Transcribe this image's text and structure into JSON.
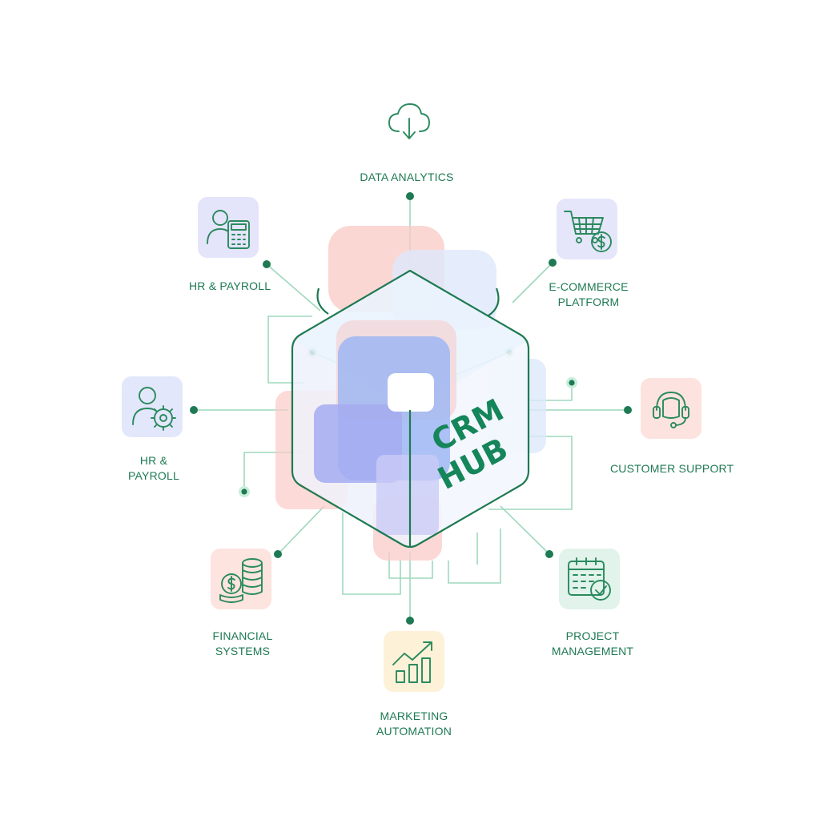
{
  "hub": {
    "line1": "CRM",
    "line2": "HUB"
  },
  "accent": "#1e7a52",
  "modules": [
    {
      "label": "DATA ANALYTICS",
      "icon": "cloud-download-icon",
      "tint": "#ffffff"
    },
    {
      "label": "HR & PAYROLL",
      "icon": "person-calculator-icon",
      "tint": "#e4e4fb"
    },
    {
      "label": "E-COMMERCE\nPLATFORM",
      "icon": "shopping-cart-dollar-icon",
      "tint": "#e6e6fb"
    },
    {
      "label": "HR &\nPAYROLL",
      "icon": "person-gear-icon",
      "tint": "#e3e7fb"
    },
    {
      "label": "CUSTOMER SUPPORT",
      "icon": "headset-icon",
      "tint": "#fde3e0"
    },
    {
      "label": "FINANCIAL\nSYSTEMS",
      "icon": "coin-stack-icon",
      "tint": "#fde4df"
    },
    {
      "label": "PROJECT\nMANAGEMENT",
      "icon": "calendar-check-icon",
      "tint": "#e1f3ea"
    },
    {
      "label": "MARKETING\nAUTOMATION",
      "icon": "growth-chart-icon",
      "tint": "#fdf1d8"
    }
  ]
}
